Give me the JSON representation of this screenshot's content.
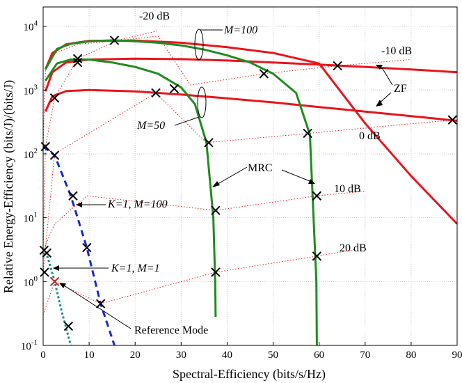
{
  "chart_data": {
    "type": "line",
    "xlabel": "Spectral-Efficiency (bits/s/Hz)",
    "ylabel": "Relative Energy-Efficiency (bits/J)/(bits/J)",
    "xlim": [
      0,
      90
    ],
    "ylim": [
      0.1,
      20000
    ],
    "yscale": "log",
    "grid": true,
    "x_ticks": [
      0,
      10,
      20,
      30,
      40,
      50,
      60,
      70,
      80,
      90
    ],
    "y_ticks": [
      {
        "value": 0.1,
        "base": "10",
        "exp": "-1"
      },
      {
        "value": 1,
        "base": "10",
        "exp": "0"
      },
      {
        "value": 10,
        "base": "10",
        "exp": "1"
      },
      {
        "value": 100,
        "base": "10",
        "exp": "2"
      },
      {
        "value": 1000,
        "base": "10",
        "exp": "3"
      },
      {
        "value": 10000,
        "base": "10",
        "exp": "4"
      }
    ],
    "colors": {
      "zf": "#e8141c",
      "mrc": "#1e8c1e",
      "k1m100": "#1428d8",
      "k1m1": "#12908a",
      "snr": "#e8141c",
      "marker": "#000000",
      "grid": "#c8c8c8"
    },
    "series": [
      {
        "group": "ZF",
        "style": "solid",
        "color_key": "zf",
        "x": [
          0.5,
          2,
          5,
          10,
          20,
          30,
          40,
          50,
          60,
          70,
          80,
          90
        ],
        "y": [
          2100,
          3800,
          5200,
          5900,
          5950,
          5500,
          4700,
          3800,
          2600,
          300,
          45,
          8
        ]
      },
      {
        "group": "ZF",
        "style": "solid",
        "color_key": "zf",
        "x": [
          0.5,
          2,
          5,
          10,
          20,
          30,
          40,
          50,
          60,
          70,
          80,
          90
        ],
        "y": [
          950,
          1900,
          2700,
          3000,
          3100,
          3050,
          2900,
          2700,
          2500,
          2300,
          2100,
          1900
        ]
      },
      {
        "group": "ZF",
        "style": "solid",
        "color_key": "zf",
        "x": [
          0.5,
          2,
          5,
          10,
          20,
          30,
          40,
          50,
          60,
          70,
          80,
          90
        ],
        "y": [
          460,
          800,
          960,
          1000,
          950,
          850,
          740,
          640,
          540,
          460,
          390,
          330
        ]
      },
      {
        "group": "MRC",
        "style": "solid",
        "color_key": "mrc",
        "x": [
          0.5,
          3,
          6,
          10,
          15,
          20,
          25,
          30,
          35,
          40,
          45,
          50,
          55,
          58,
          59.4,
          59.5
        ],
        "y": [
          2100,
          4400,
          5300,
          5800,
          6000,
          5800,
          5500,
          5000,
          4300,
          3500,
          2700,
          1800,
          900,
          200,
          1,
          0.1
        ]
      },
      {
        "group": "MRC",
        "style": "solid",
        "color_key": "mrc",
        "x": [
          0.5,
          3,
          6,
          10,
          15,
          20,
          25,
          30,
          33,
          35.5,
          37,
          37.4,
          37.5
        ],
        "y": [
          1400,
          2600,
          3000,
          3000,
          2700,
          2300,
          1800,
          1100,
          600,
          150,
          10,
          1,
          0.28
        ]
      },
      {
        "group": "K=1, M=100",
        "style": "dashed",
        "color_key": "k1m100",
        "x": [
          0,
          2.5,
          6,
          9.5,
          12.5,
          15.5
        ],
        "y": [
          130,
          95,
          22,
          3.4,
          0.45,
          0.1
        ]
      },
      {
        "group": "K=1, M=1",
        "style": "dotted",
        "color_key": "k1m1",
        "x": [
          0.2,
          1,
          2.5,
          4,
          6
        ],
        "y": [
          2.8,
          2.4,
          1.0,
          0.35,
          0.1
        ]
      }
    ],
    "snr_curves": [
      {
        "label": "-20 dB",
        "x": [
          0,
          0.5,
          2.5,
          7.5,
          16,
          25
        ],
        "y": [
          130,
          2100,
          3800,
          5200,
          5950,
          8500
        ]
      },
      {
        "label": "-10 dB",
        "x": [
          0,
          0.5,
          2.5,
          7.5,
          16,
          25,
          32,
          48,
          64,
          80
        ],
        "y": [
          3,
          130,
          750,
          3100,
          5900,
          7000,
          1200,
          1800,
          2400,
          3000
        ]
      },
      {
        "label": "0 dB",
        "x": [
          0,
          2.5,
          24.5,
          35.5,
          58,
          89
        ],
        "y": [
          1.4,
          100,
          900,
          150,
          210,
          340
        ]
      },
      {
        "label": "10 dB",
        "x": [
          0,
          2.5,
          9.5,
          37.5,
          59.5,
          70
        ],
        "y": [
          3,
          8,
          22,
          13,
          22,
          26
        ]
      },
      {
        "label": "20 dB",
        "x": [
          0,
          2.5,
          12.5,
          37.5,
          59.5,
          68
        ],
        "y": [
          0.3,
          1.0,
          0.45,
          1.4,
          2.5,
          3.2
        ]
      }
    ],
    "markers": [
      {
        "x": 15.5,
        "y": 6000
      },
      {
        "x": 7.5,
        "y": 3100
      },
      {
        "x": 7.5,
        "y": 2700
      },
      {
        "x": 2.5,
        "y": 750
      },
      {
        "x": 24.5,
        "y": 900
      },
      {
        "x": 28.5,
        "y": 1050
      },
      {
        "x": 48,
        "y": 1800
      },
      {
        "x": 64,
        "y": 2400
      },
      {
        "x": 89,
        "y": 340
      },
      {
        "x": 57.5,
        "y": 210
      },
      {
        "x": 36,
        "y": 150
      },
      {
        "x": 37.5,
        "y": 13
      },
      {
        "x": 37.5,
        "y": 1.4
      },
      {
        "x": 59.5,
        "y": 22
      },
      {
        "x": 59.5,
        "y": 2.5
      },
      {
        "x": 0.5,
        "y": 130
      },
      {
        "x": 2.5,
        "y": 95
      },
      {
        "x": 6.5,
        "y": 22
      },
      {
        "x": 9.5,
        "y": 3.4
      },
      {
        "x": 12.5,
        "y": 0.45
      },
      {
        "x": 0.2,
        "y": 3.1
      },
      {
        "x": 0.8,
        "y": 2.8
      },
      {
        "x": 0.3,
        "y": 1.4
      },
      {
        "x": 5.5,
        "y": 0.2
      }
    ],
    "reference_marker": {
      "x": 2.5,
      "y": 1.0,
      "color": "#e8141c"
    },
    "annotations": {
      "m100": "M=100",
      "m50": "M=50",
      "zf": "ZF",
      "mrc": "MRC",
      "k1m100": "K=1, M=100",
      "k1m1": "K=1, M=1",
      "reference": "Reference Mode",
      "snr_m20": "-20 dB",
      "snr_m10": "-10 dB",
      "snr_0": "0 dB",
      "snr_10": "10 dB",
      "snr_20": "20 dB"
    }
  }
}
